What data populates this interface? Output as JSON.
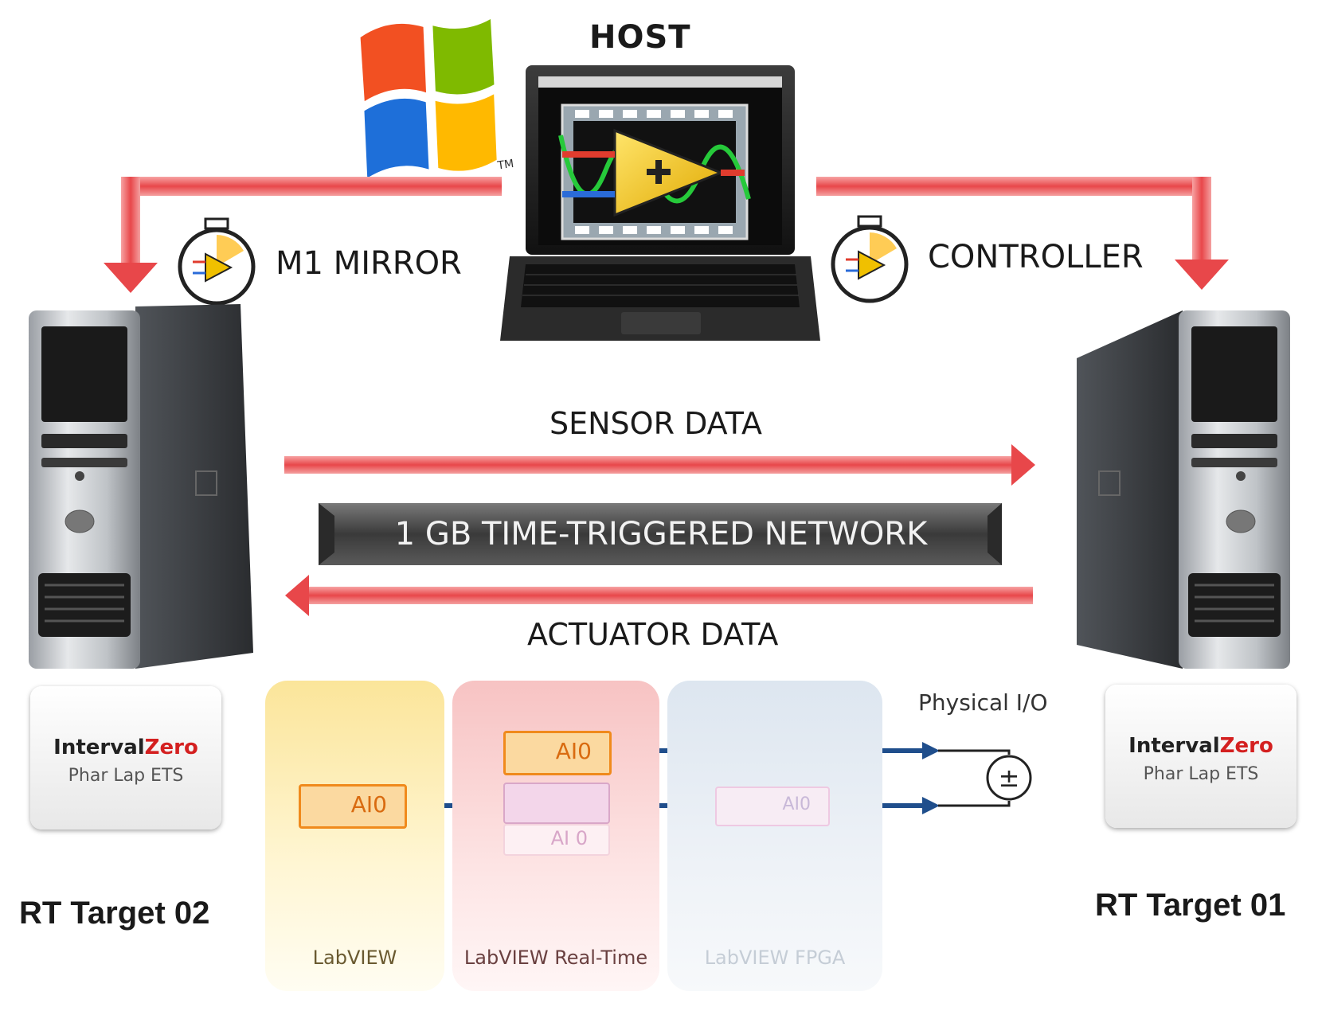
{
  "host": {
    "label": "HOST"
  },
  "mirror": {
    "label": "M1 MIRROR"
  },
  "controller": {
    "label": "CONTROLLER"
  },
  "network": {
    "sensor_label": "SENSOR DATA",
    "banner": "1 GB TIME-TRIGGERED NETWORK",
    "actuator_label": "ACTUATOR DATA"
  },
  "os_badges": {
    "brand_prefix": "Interval",
    "brand_suffix": "Zero",
    "sub": "Phar Lap ETS"
  },
  "targets": {
    "left": "RT Target 02",
    "right": "RT Target 01"
  },
  "io": {
    "label": "Physical I/O"
  },
  "modules": {
    "labview": "LabVIEW",
    "realtime": "LabVIEW Real-Time",
    "fpga": "LabVIEW FPGA",
    "ai_node": "AI0",
    "ai_node_alt": "AI 0"
  },
  "colors": {
    "arrow_red": "#e8474a",
    "link_blue": "#1f4e8c",
    "banner_dark": "#3a3a3a"
  },
  "icons": [
    "windows-logo-icon",
    "laptop-icon",
    "labview-icon",
    "stopwatch-icon",
    "tower-pc-icon",
    "voltage-source-icon",
    "fpga-chip-icon"
  ]
}
